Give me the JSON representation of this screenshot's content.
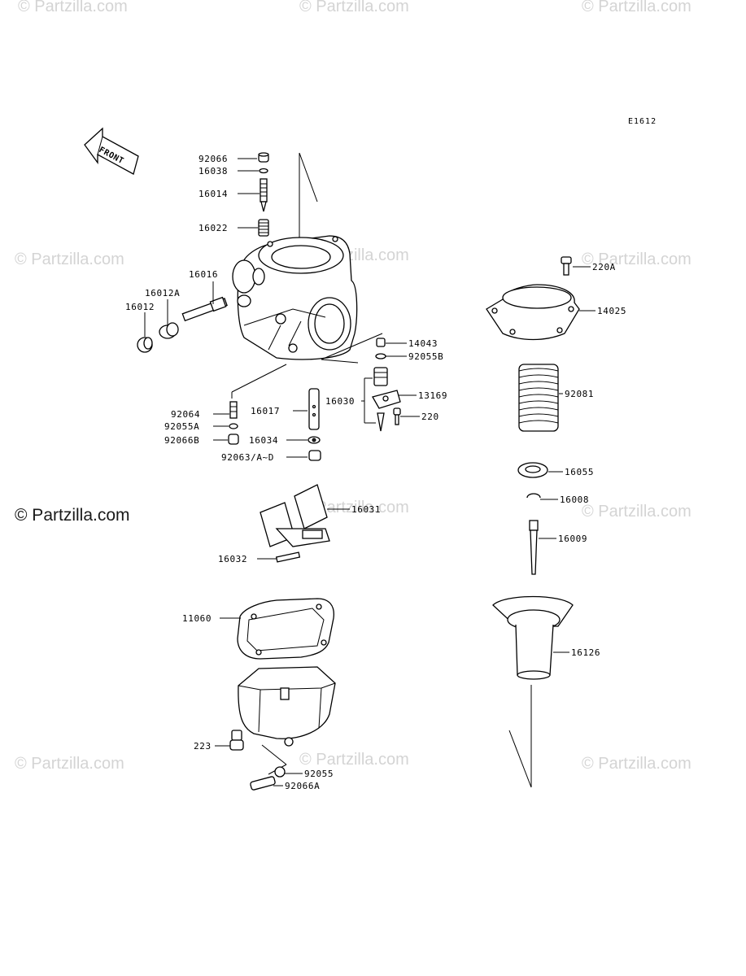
{
  "diagram_code": "E1612",
  "front_label": "FRONT",
  "watermark": "© Partzilla.com",
  "parts": [
    "92066",
    "16038",
    "16014",
    "16022",
    "16016",
    "16012A",
    "16012",
    "220A",
    "14025",
    "14043",
    "92055B",
    "16030",
    "13169",
    "220",
    "92064",
    "16017",
    "92055A",
    "92066B",
    "16034",
    "92063/A~D",
    "92081",
    "16055",
    "16008",
    "16031",
    "16009",
    "16032",
    "11060",
    "16126",
    "223",
    "92055",
    "92066A"
  ]
}
